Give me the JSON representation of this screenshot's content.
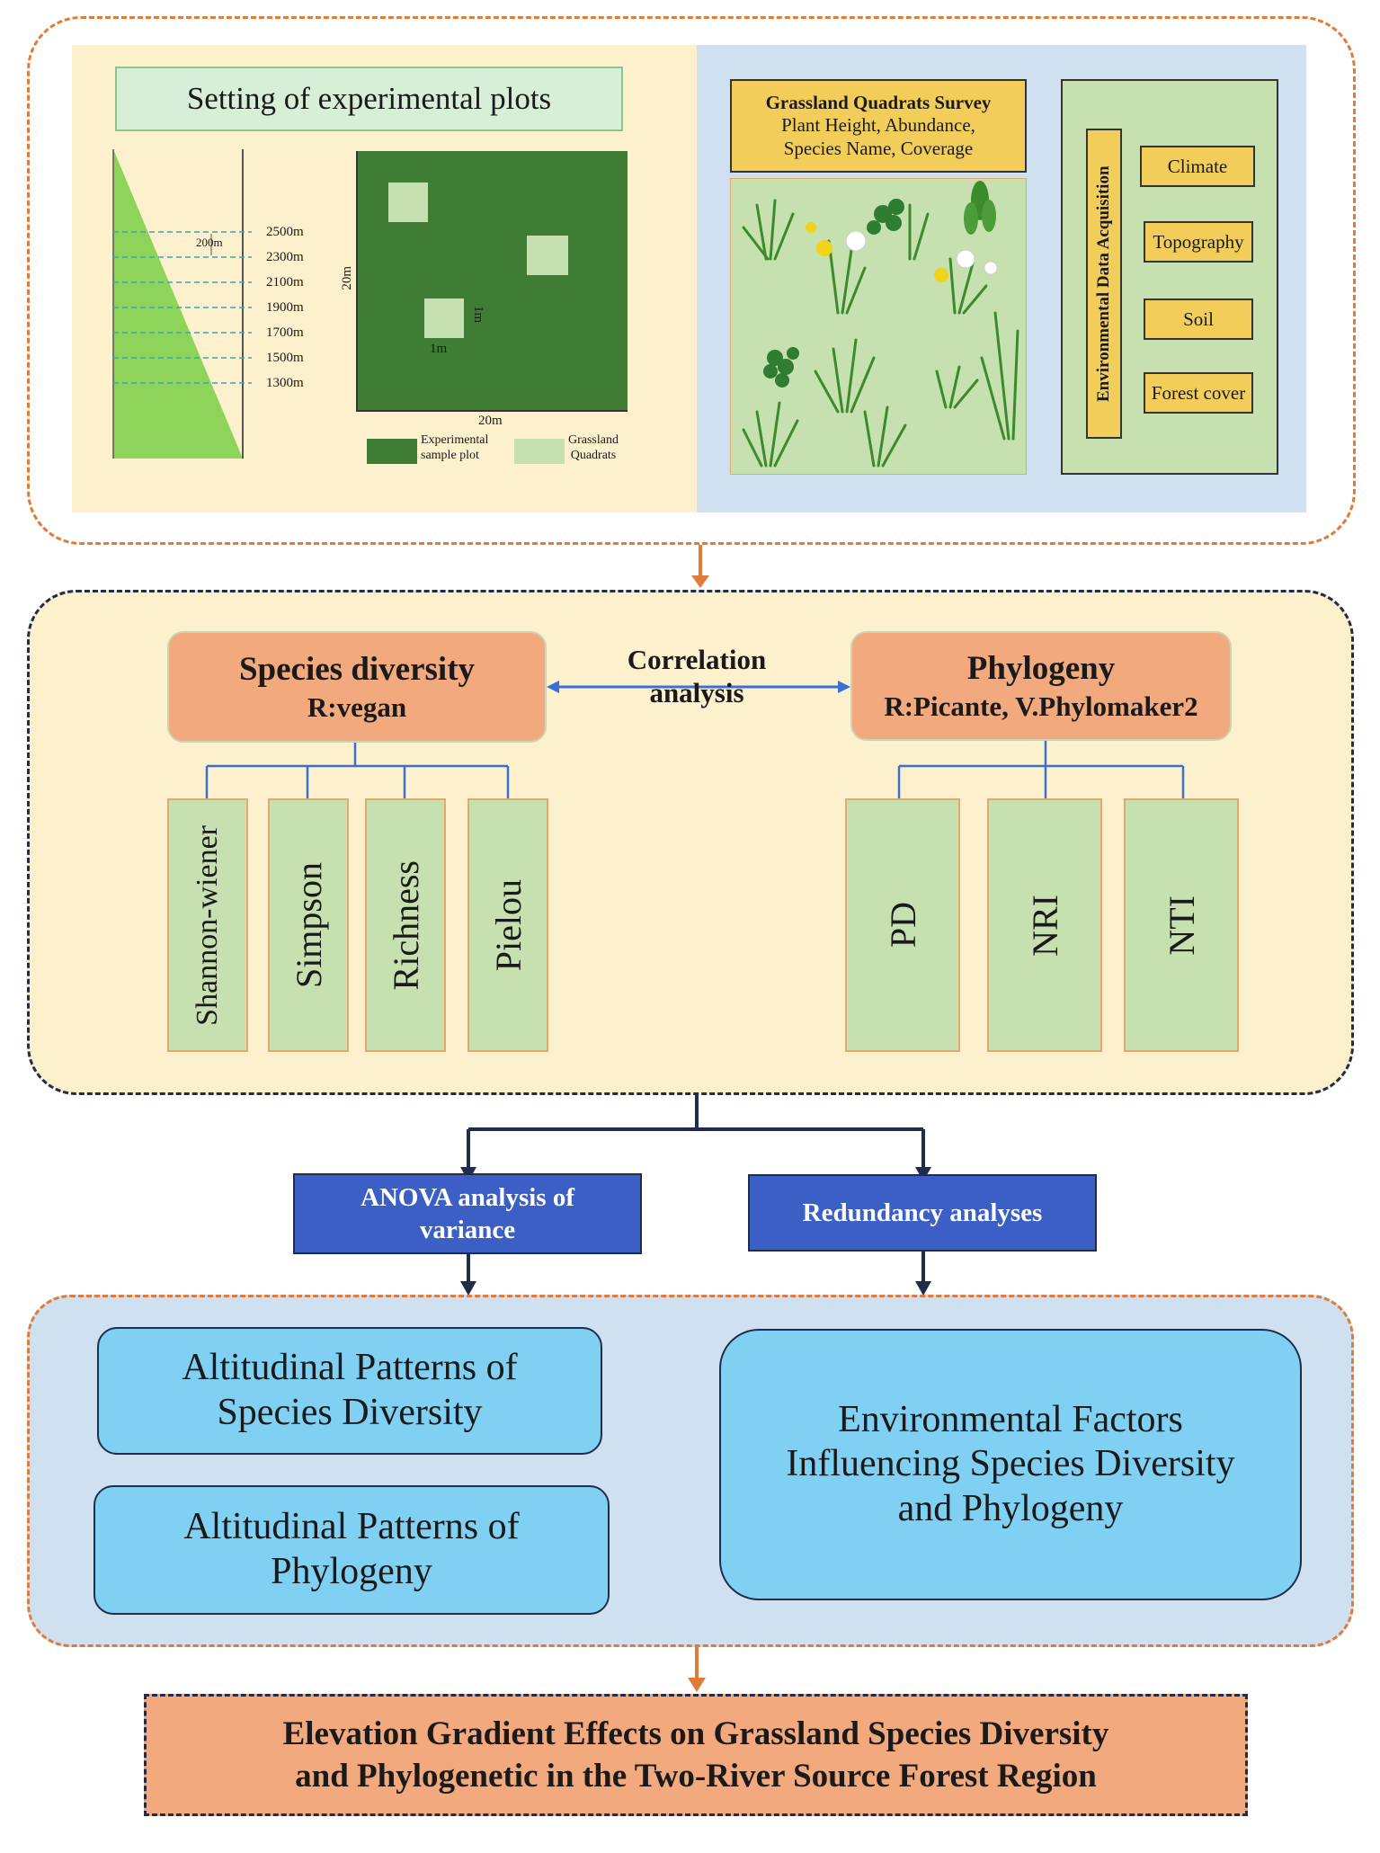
{
  "top": {
    "plots_title": "Setting of experimental plots",
    "elevations": [
      "2500m",
      "2300m",
      "2100m",
      "1900m",
      "1700m",
      "1500m",
      "1300m"
    ],
    "spacing_label": "200m",
    "plot_side_label": "20m",
    "plot_bottom_label": "20m",
    "quadrat_h_label": "1m",
    "quadrat_w_label": "1m",
    "legend": {
      "experimental_line1": "Experimental",
      "experimental_line2": "sample plot",
      "quadrats_line1": "Grassland",
      "quadrats_line2": "Quadrats"
    },
    "survey": {
      "title": "Grassland Quadrats Survey",
      "line2": "Plant Height, Abundance,",
      "line3": "Species Name, Coverage"
    },
    "env": {
      "title": "Environmental Data Acquisition",
      "items": [
        "Climate",
        "Topography",
        "Soil",
        "Forest cover"
      ]
    }
  },
  "middle": {
    "species": {
      "title": "Species diversity",
      "sub": "R:vegan"
    },
    "phylogeny": {
      "title": "Phylogeny",
      "sub": "R:Picante, V.Phylomaker2"
    },
    "correlation_line1": "Correlation",
    "correlation_line2": "analysis",
    "species_metrics": [
      "Shannon-wiener",
      "Simpson",
      "Richness",
      "Pielou"
    ],
    "phylo_metrics": [
      "PD",
      "NRI",
      "NTI"
    ]
  },
  "analyses": {
    "anova_line1": "ANOVA analysis of",
    "anova_line2": "variance",
    "rda": "Redundancy analyses"
  },
  "results": {
    "alt_species_line1": "Altitudinal Patterns of",
    "alt_species_line2": "Species Diversity",
    "alt_phylo_line1": "Altitudinal Patterns of",
    "alt_phylo_line2": "Phylogeny",
    "env_line1": "Environmental Factors",
    "env_line2": "Influencing Species Diversity",
    "env_line3": "and Phylogeny"
  },
  "conclusion": {
    "line1": "Elevation Gradient Effects on Grassland Species Diversity",
    "line2": "and Phylogenetic in the Two-River Source Forest Region"
  },
  "colors": {
    "orange_dash": "#e07b39",
    "navy_dash": "#1f2d4a",
    "cream_panel": "#fdf0cc",
    "blue_panel": "#cfe0f0",
    "dark_green": "#3e7d33",
    "light_green": "#c6e0b0",
    "peach": "#f2a97d",
    "blue_button": "#3b5fc4",
    "sky_box": "#7fd0f2",
    "yellow_box": "#f2cd5a"
  }
}
